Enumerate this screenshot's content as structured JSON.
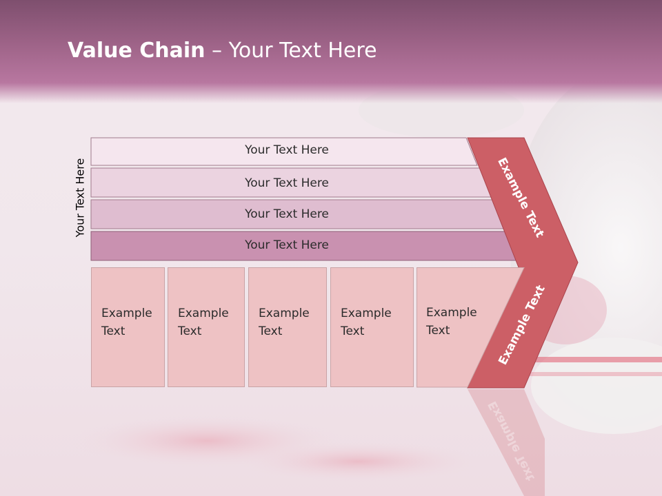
{
  "slide": {
    "title_bold": "Value Chain",
    "title_rest": " – Your Text Here",
    "vertical_label": "Your Text Here"
  },
  "bars": [
    {
      "label": "Your Text Here",
      "color": "#f5e6ee"
    },
    {
      "label": "Your Text Here",
      "color": "#ebd3e0"
    },
    {
      "label": "Your Text Here",
      "color": "#dfbdd0"
    },
    {
      "label": "Your Text Here",
      "color": "#c991b0"
    }
  ],
  "boxes": [
    {
      "label": "Example\nText"
    },
    {
      "label": "Example\nText"
    },
    {
      "label": "Example\nText"
    },
    {
      "label": "Example\nText"
    },
    {
      "label": "Example\nText"
    }
  ],
  "chevron": {
    "upper_label": "Example Text",
    "lower_label": "Example Text",
    "color": "#cc5f66"
  },
  "colors": {
    "title_band": "#9c6286",
    "box_fill": "#eec2c4",
    "chevron": "#cc5f66"
  }
}
